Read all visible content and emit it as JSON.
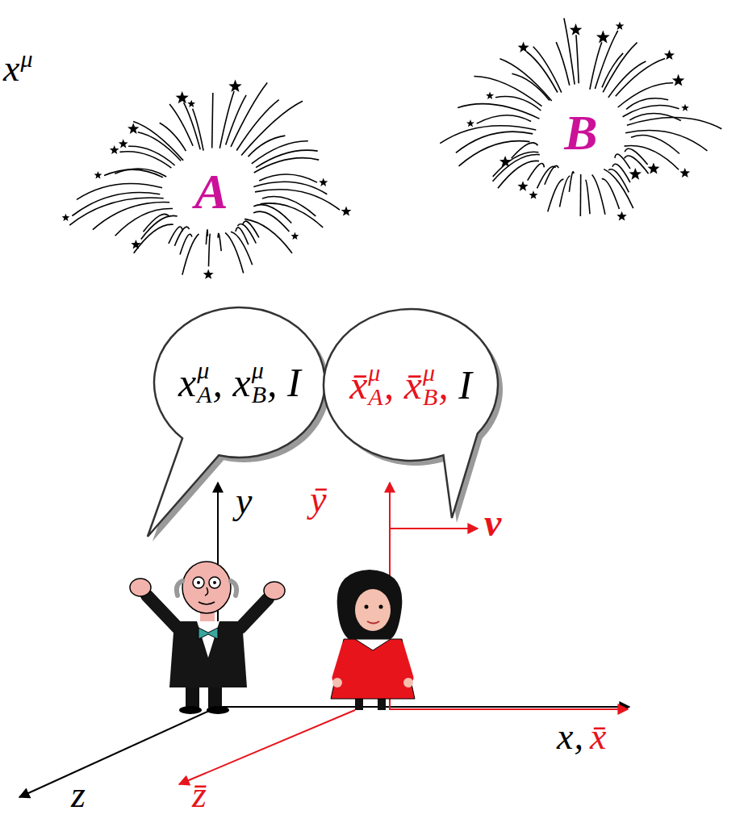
{
  "diagram": {
    "nodes": [
      {
        "text": [
          "A"
        ]
      },
      {
        "text": [
          "B"
        ]
      },
      {
        "text": [
          "x",
          "μ",
          "A",
          ", x",
          "μ",
          "B",
          ", I"
        ]
      },
      {
        "text": [
          "x̄",
          "μ",
          "A",
          ", x̄",
          "μ",
          "B",
          ",",
          " I"
        ]
      }
    ],
    "labels": [
      "x",
      "μ",
      "y",
      "ȳ",
      "v",
      "x",
      ",",
      "x̄",
      "z",
      "z̄"
    ]
  }
}
